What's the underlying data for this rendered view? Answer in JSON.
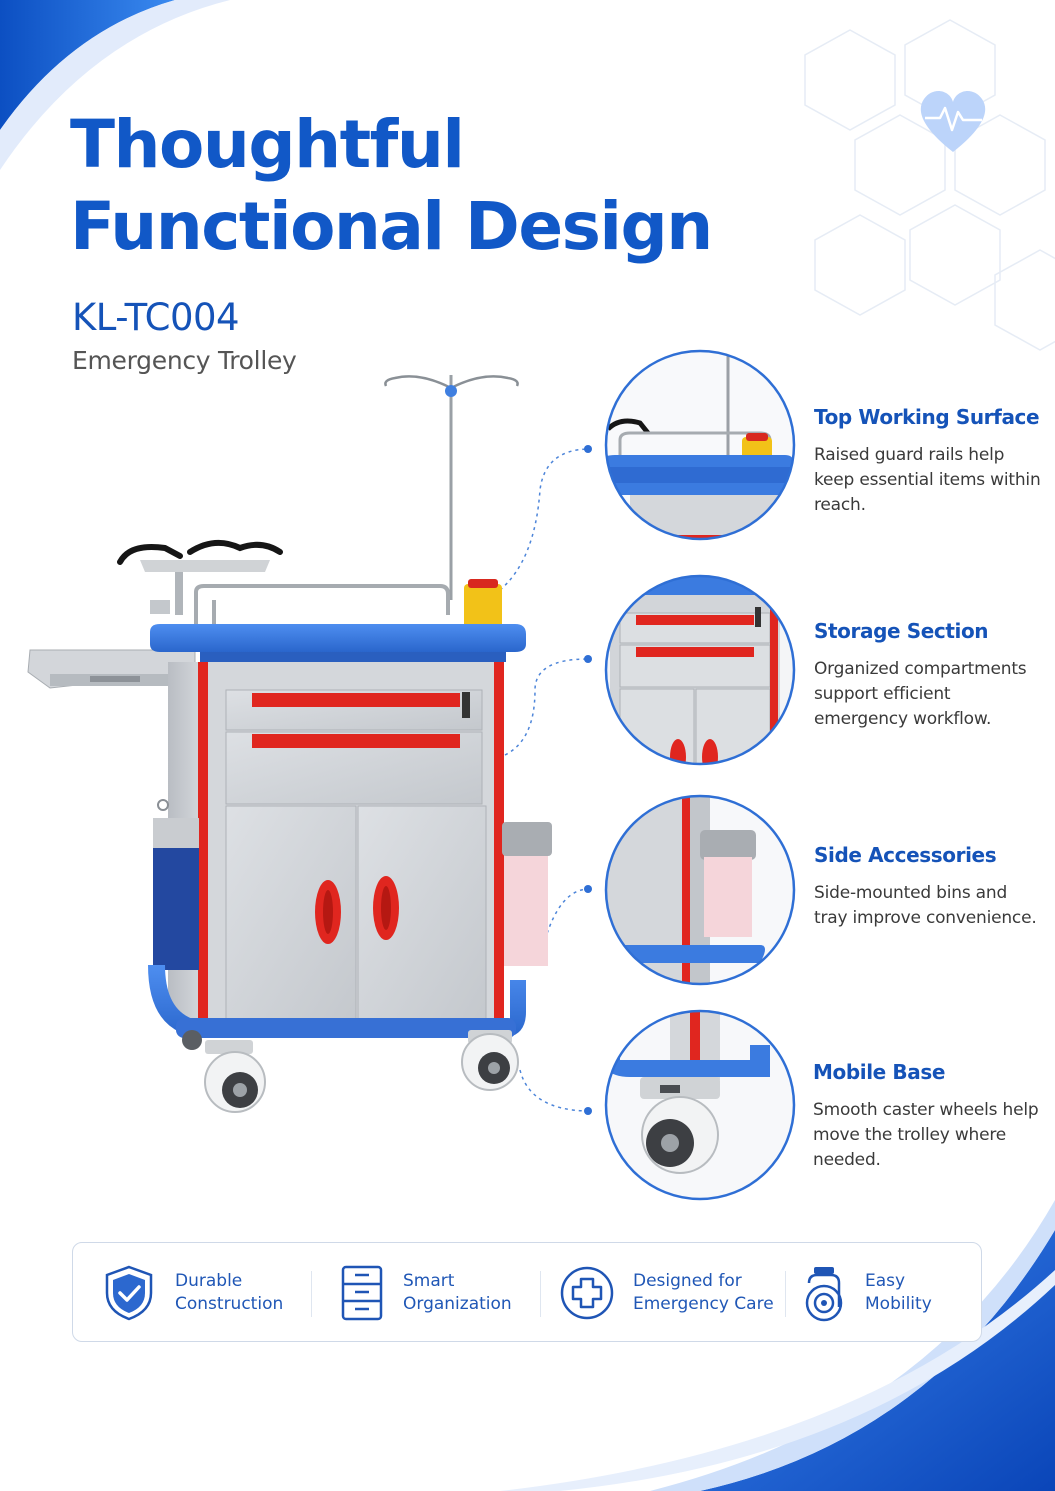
{
  "header": {
    "title_line1": "Thoughtful",
    "title_line2": "Functional Design",
    "model": "KL-TC004",
    "product_type": "Emergency Trolley"
  },
  "icons": {
    "header_badge": "heart-pulse-icon"
  },
  "features": [
    {
      "title": "Top Working Surface",
      "description": "Raised guard rails help keep essential items within reach."
    },
    {
      "title": "Storage Section",
      "description": "Organized compartments support efficient emergency workflow."
    },
    {
      "title": "Side Accessories",
      "description": "Side-mounted bins and tray improve convenience."
    },
    {
      "title": "Mobile Base",
      "description": "Smooth caster wheels help move the trolley where needed."
    }
  ],
  "benefits": [
    {
      "icon": "shield-check-icon",
      "label": "Durable\nConstruction"
    },
    {
      "icon": "drawers-icon",
      "label": "Smart\nOrganization"
    },
    {
      "icon": "medical-cross-icon",
      "label": "Designed for\nEmergency Care"
    },
    {
      "icon": "caster-wheel-icon",
      "label": "Easy\nMobility"
    }
  ],
  "colors": {
    "brand_blue": "#1158c7",
    "trolley_blue": "#3f7fe0",
    "accent_red": "#e0261f",
    "body_gray": "#cfd3d8"
  }
}
